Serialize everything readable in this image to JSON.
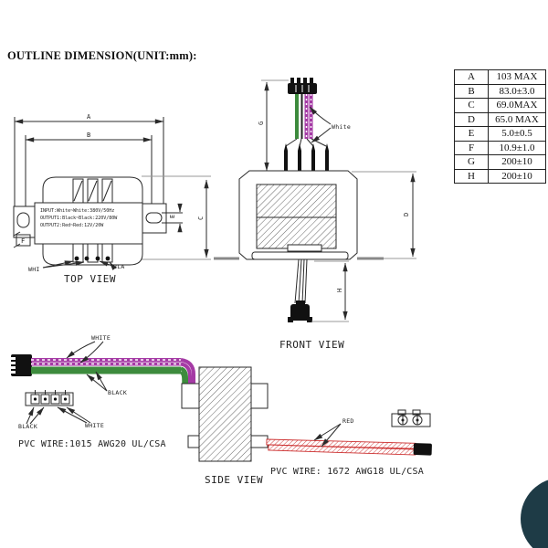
{
  "title": "OUTLINE DIMENSION(UNIT:mm):",
  "dim_table": {
    "rows": [
      {
        "key": "A",
        "value": "103 MAX"
      },
      {
        "key": "B",
        "value": "83.0±3.0"
      },
      {
        "key": "C",
        "value": "69.0MAX"
      },
      {
        "key": "D",
        "value": "65.0 MAX"
      },
      {
        "key": "E",
        "value": "5.0±0.5"
      },
      {
        "key": "F",
        "value": "10.9±1.0"
      },
      {
        "key": "G",
        "value": "200±10"
      },
      {
        "key": "H",
        "value": "200±10"
      }
    ]
  },
  "top_view": {
    "caption": "TOP VIEW",
    "spec_lines": [
      "INPUT:White~White:380V/50Hz",
      "OUTPUT1:Black~Black:220V/80W",
      "OUTPUT2:Red~Red:12V/20W"
    ],
    "label_white": "WHI",
    "label_black": "BLA"
  },
  "front_view": {
    "caption": "FRONT VIEW",
    "label_white": "White"
  },
  "side_view": {
    "caption": "SIDE VIEW",
    "label_wire_white": "WHITE",
    "label_wire_black": "BLACK",
    "label_pin_black": "BLACK",
    "label_pin_white": "WHITE",
    "label_red": "RED",
    "wire_spec_awg20": "PVC WIRE:1015 AWG20 UL/CSA",
    "wire_spec_awg18": "PVC WIRE: 1672 AWG18 UL/CSA"
  },
  "colors": {
    "line": "#2a2a2a",
    "gray_line": "#999999",
    "green_wire": "#3d8b3d",
    "white_wire_magenta": "#a53aa5",
    "red_wire": "#cc2f2f",
    "connector_black": "#111111",
    "teal_accent": "#1e3b46"
  }
}
